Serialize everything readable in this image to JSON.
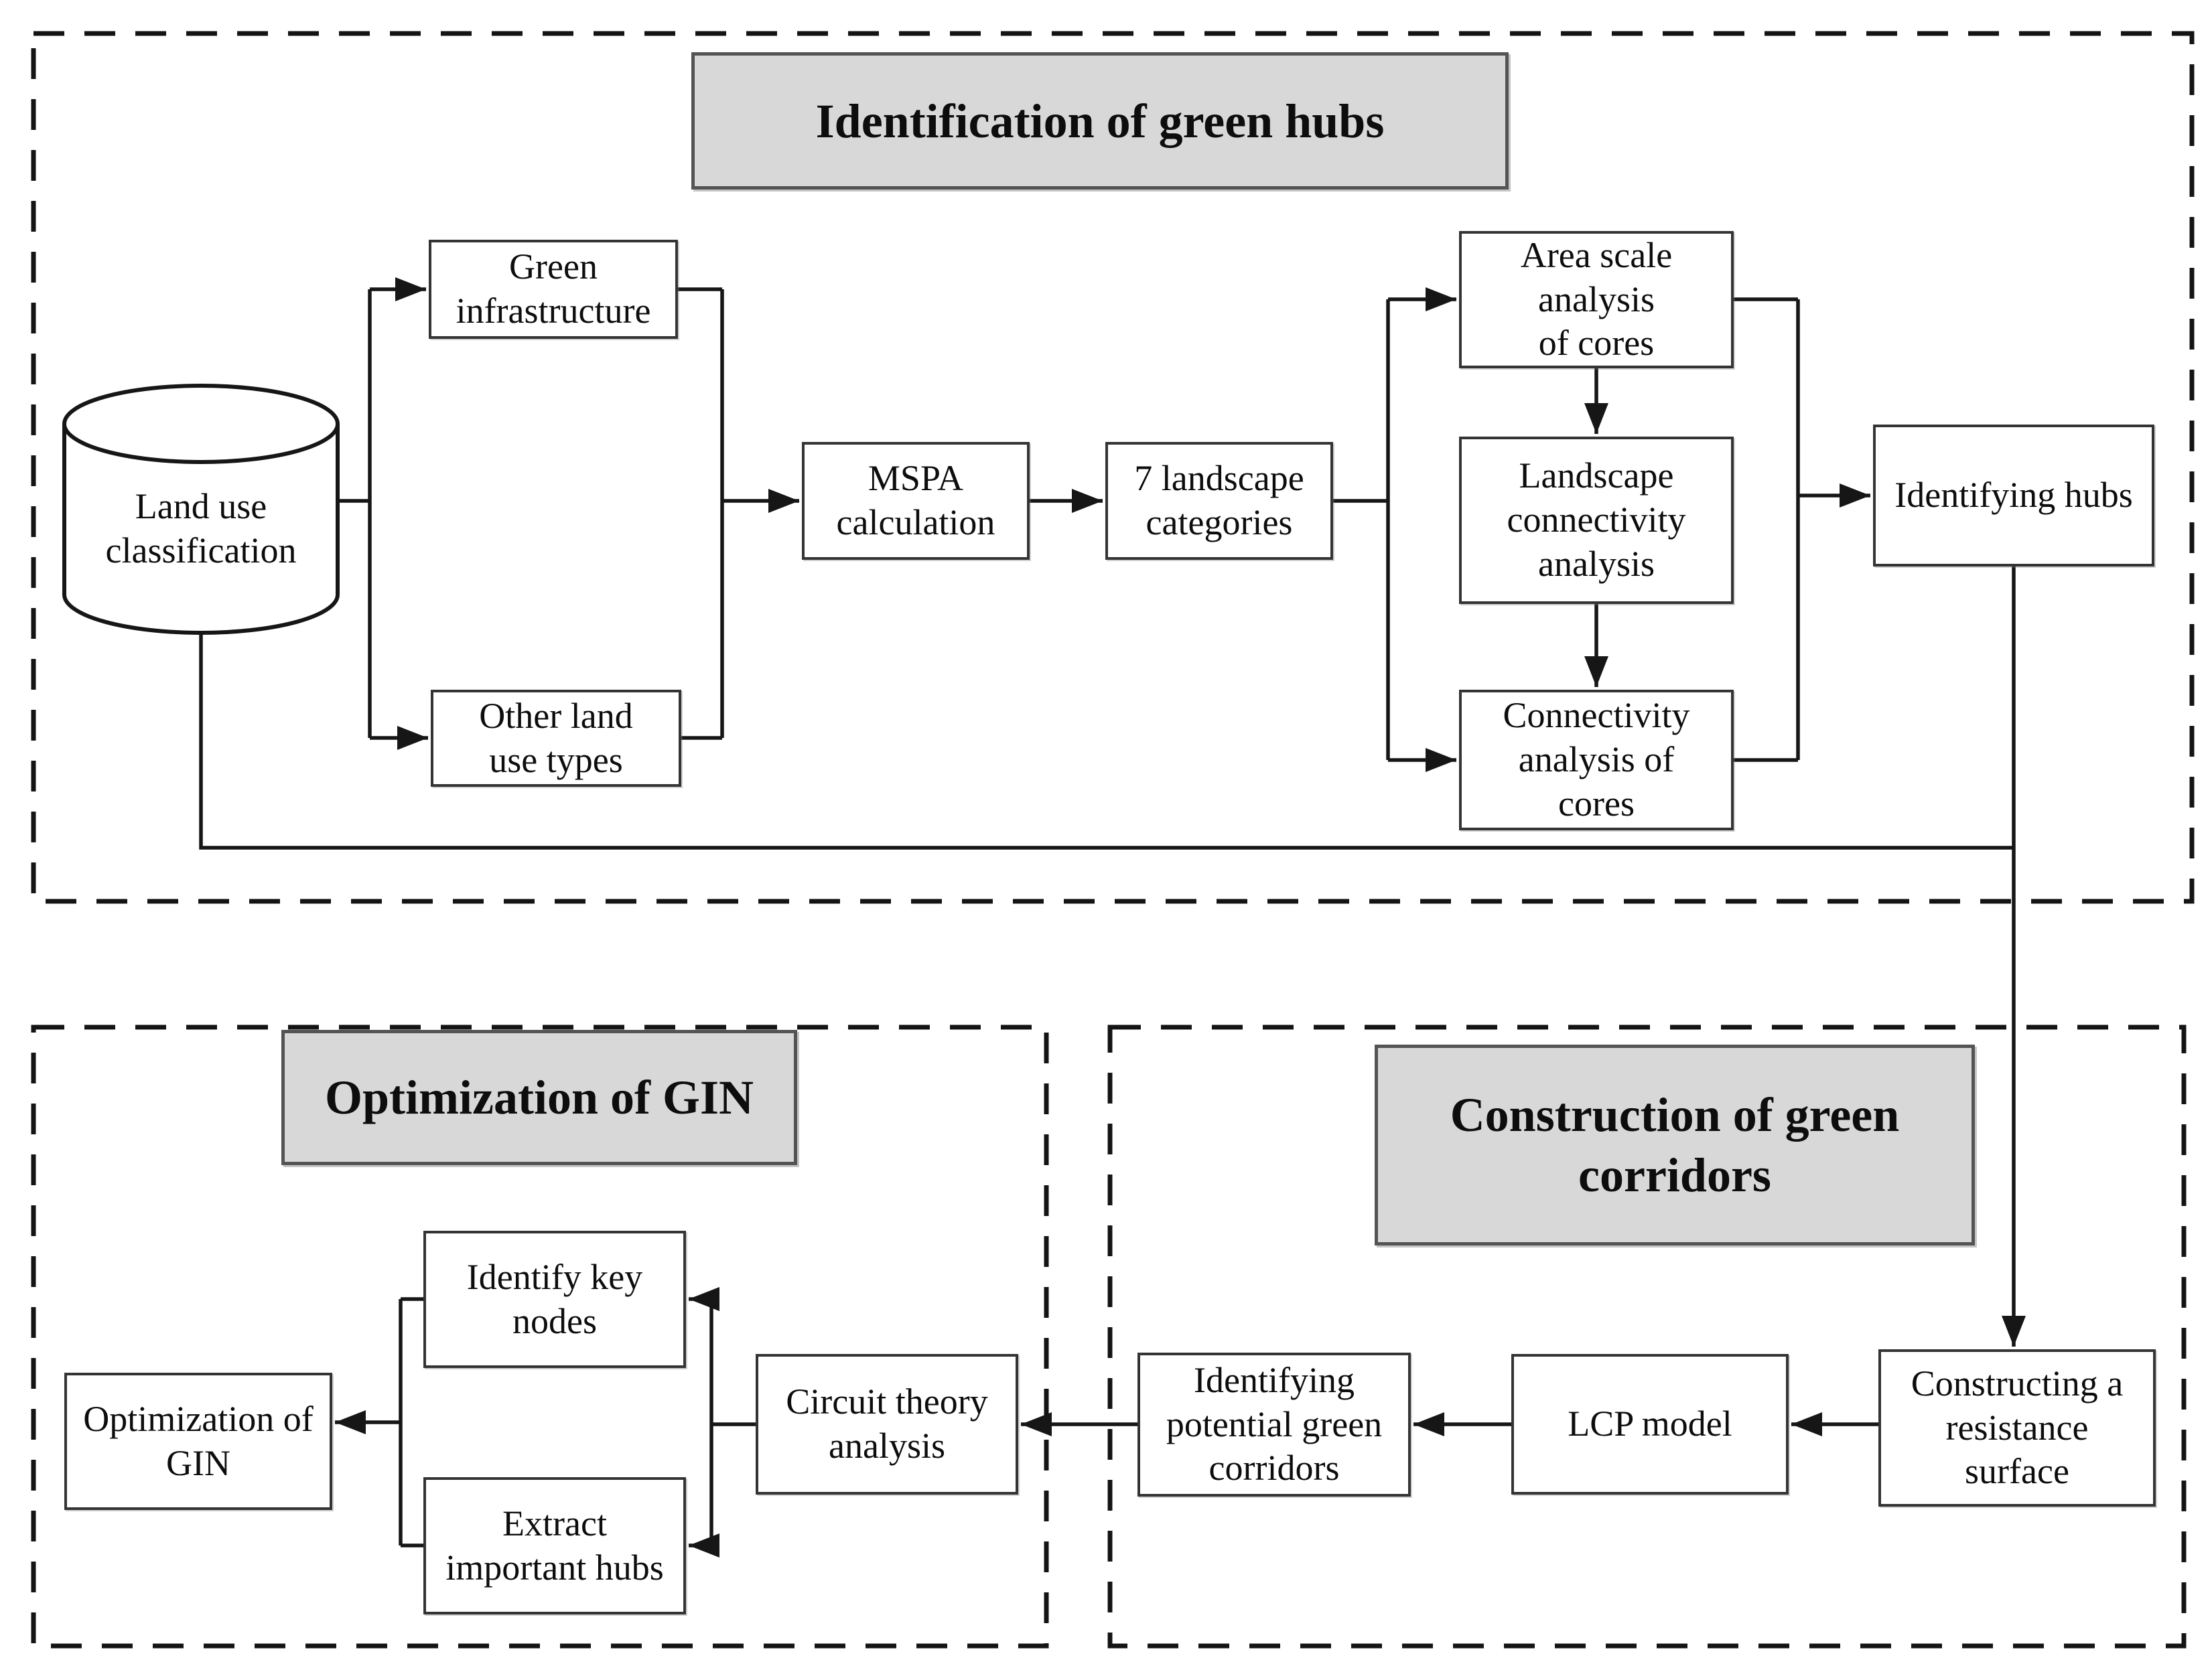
{
  "colors": {
    "background": "#ffffff",
    "line": "#161616",
    "box_border": "#343434",
    "box_fill": "#ffffff",
    "title_fill": "#d8d8d8",
    "title_border": "#545454",
    "text": "#0d0d0d"
  },
  "sections": {
    "hubs": {
      "title": "Identification of green hubs"
    },
    "gin": {
      "title": "Optimization of GIN"
    },
    "corridors": {
      "title": "Construction of  green\ncorridors"
    }
  },
  "nodes": {
    "land_use": {
      "label": "Land use\nclassification",
      "shape": "cylinder"
    },
    "green_infra": {
      "label": "Green\ninfrastructure"
    },
    "other_land": {
      "label": "Other land\nuse types"
    },
    "mspa": {
      "label": "MSPA\ncalculation"
    },
    "landscape7": {
      "label": "7 landscape\ncategories"
    },
    "area_scale": {
      "label": "Area scale\nanalysis\nof cores"
    },
    "landscape_conn": {
      "label": "Landscape\nconnectivity\nanalysis"
    },
    "conn_cores": {
      "label": "Connectivity\nanalysis of\ncores"
    },
    "identify_hubs": {
      "label": "Identifying hubs"
    },
    "identify_key_nodes": {
      "label": "Identify key\nnodes"
    },
    "extract_hubs": {
      "label": "Extract\nimportant hubs"
    },
    "circuit": {
      "label": "Circuit theory\nanalysis"
    },
    "opt_gin": {
      "label": "Optimization of\nGIN"
    },
    "potential_corridors": {
      "label": "Identifying\npotential green\ncorridors"
    },
    "lcp": {
      "label": "LCP model"
    },
    "resistance": {
      "label": "Constructing a\nresistance\nsurface"
    }
  }
}
